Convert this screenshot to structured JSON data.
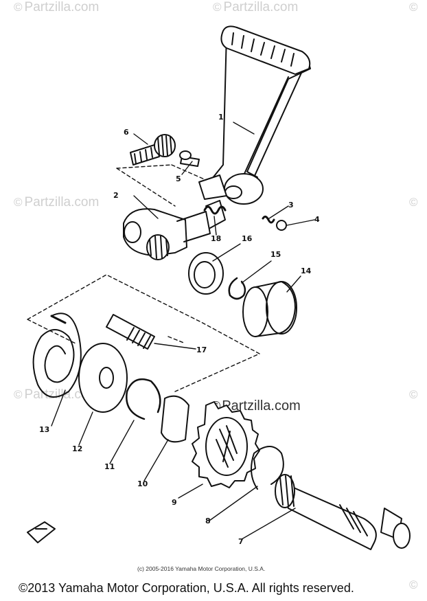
{
  "watermark": {
    "symbol": "©",
    "text": "Partzilla.com"
  },
  "center_watermark": {
    "symbol": "©",
    "text": "Partzilla.com"
  },
  "callouts": [
    "1",
    "2",
    "3",
    "4",
    "5",
    "6",
    "7",
    "8",
    "9",
    "10",
    "11",
    "12",
    "13",
    "14",
    "15",
    "16",
    "17",
    "18"
  ],
  "small_copyright": "(c) 2005-2016 Yamaha Motor Corporation, U.S.A.",
  "copyright": "©2013 Yamaha Motor Corporation, U.S.A. All rights reserved.",
  "icons": [
    "kick-lever",
    "kick-bolt",
    "pinch-bolt",
    "kick-boss",
    "spring",
    "ball",
    "oil-seal",
    "circlip",
    "collar",
    "kick-shaft-pin",
    "torsion-spring",
    "washer",
    "snap-ring",
    "clip",
    "kick-gear",
    "kick-stopper",
    "kick-axle",
    "front-arrow"
  ]
}
